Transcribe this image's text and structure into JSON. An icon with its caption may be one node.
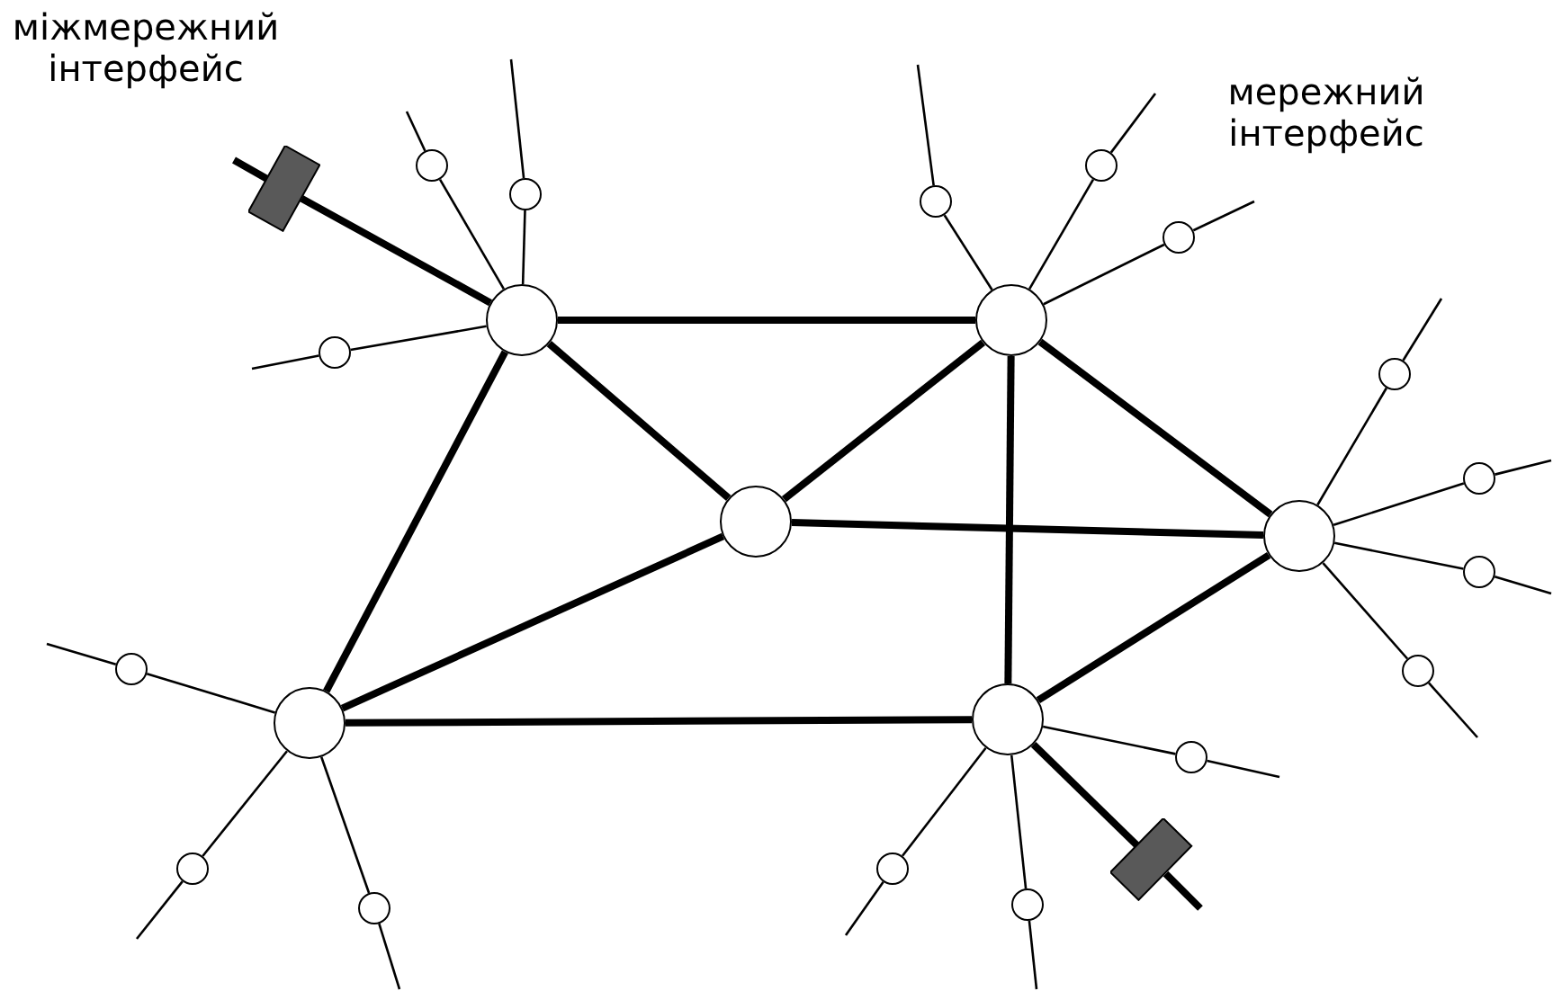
{
  "diagram": {
    "nodes": [
      {
        "text": [],
        "shape": "circle"
      },
      {
        "text": [],
        "shape": "circle"
      },
      {
        "text": [],
        "shape": "circle"
      },
      {
        "text": [],
        "shape": "circle"
      },
      {
        "text": [],
        "shape": "circle"
      },
      {
        "text": [],
        "shape": "circle"
      },
      {
        "text": [],
        "shape": "circle"
      },
      {
        "text": [],
        "shape": "circle"
      },
      {
        "text": [],
        "shape": "circle"
      },
      {
        "text": [],
        "shape": "circle"
      },
      {
        "text": [],
        "shape": "circle"
      },
      {
        "text": [],
        "shape": "circle"
      },
      {
        "text": [],
        "shape": "circle"
      },
      {
        "text": [],
        "shape": "circle"
      },
      {
        "text": [],
        "shape": "circle"
      },
      {
        "text": [],
        "shape": "circle"
      },
      {
        "text": [],
        "shape": "circle"
      },
      {
        "text": [],
        "shape": "circle"
      },
      {
        "text": [],
        "shape": "circle"
      },
      {
        "text": [],
        "shape": "circle"
      },
      {
        "text": [],
        "shape": "circle"
      },
      {
        "text": [],
        "shape": "circle"
      },
      {
        "text": [],
        "shape": "box"
      },
      {
        "text": [],
        "shape": "box"
      }
    ],
    "edges": [
      {
        "from": 0,
        "to": 1,
        "arrow": "none",
        "style": "thick"
      },
      {
        "from": 0,
        "to": 2,
        "arrow": "none",
        "style": "thick"
      },
      {
        "from": 0,
        "to": 4,
        "arrow": "none",
        "style": "thick"
      },
      {
        "from": 1,
        "to": 2,
        "arrow": "none",
        "style": "thick"
      },
      {
        "from": 1,
        "to": 3,
        "arrow": "none",
        "style": "thick"
      },
      {
        "from": 1,
        "to": 5,
        "arrow": "none",
        "style": "thick"
      },
      {
        "from": 2,
        "to": 3,
        "arrow": "none",
        "style": "thick"
      },
      {
        "from": 2,
        "to": 4,
        "arrow": "none",
        "style": "thick"
      },
      {
        "from": 4,
        "to": 5,
        "arrow": "none",
        "style": "thick"
      },
      {
        "from": 5,
        "to": 3,
        "arrow": "none",
        "style": "thick"
      },
      {
        "from": 0,
        "to": 6,
        "arrow": "none"
      },
      {
        "from": 6,
        "to": null,
        "arrow": "none"
      },
      {
        "from": 0,
        "to": 7,
        "arrow": "none"
      },
      {
        "from": 7,
        "to": null,
        "arrow": "none"
      },
      {
        "from": 0,
        "to": 8,
        "arrow": "none"
      },
      {
        "from": 8,
        "to": null,
        "arrow": "none"
      },
      {
        "from": 1,
        "to": 9,
        "arrow": "none"
      },
      {
        "from": 9,
        "to": null,
        "arrow": "none"
      },
      {
        "from": 1,
        "to": 10,
        "arrow": "none"
      },
      {
        "from": 10,
        "to": null,
        "arrow": "none"
      },
      {
        "from": 1,
        "to": 11,
        "arrow": "none"
      },
      {
        "from": 11,
        "to": null,
        "arrow": "none"
      },
      {
        "from": 3,
        "to": 12,
        "arrow": "none"
      },
      {
        "from": 12,
        "to": null,
        "arrow": "none"
      },
      {
        "from": 3,
        "to": 13,
        "arrow": "none"
      },
      {
        "from": 13,
        "to": null,
        "arrow": "none"
      },
      {
        "from": 3,
        "to": 14,
        "arrow": "none"
      },
      {
        "from": 14,
        "to": null,
        "arrow": "none"
      },
      {
        "from": 3,
        "to": 15,
        "arrow": "none"
      },
      {
        "from": 15,
        "to": null,
        "arrow": "none"
      },
      {
        "from": 4,
        "to": 16,
        "arrow": "none"
      },
      {
        "from": 16,
        "to": null,
        "arrow": "none"
      },
      {
        "from": 4,
        "to": 17,
        "arrow": "none"
      },
      {
        "from": 17,
        "to": null,
        "arrow": "none"
      },
      {
        "from": 4,
        "to": 18,
        "arrow": "none"
      },
      {
        "from": 18,
        "to": null,
        "arrow": "none"
      },
      {
        "from": 5,
        "to": 19,
        "arrow": "none"
      },
      {
        "from": 19,
        "to": null,
        "arrow": "none"
      },
      {
        "from": 5,
        "to": 20,
        "arrow": "none"
      },
      {
        "from": 20,
        "to": null,
        "arrow": "none"
      },
      {
        "from": 5,
        "to": 21,
        "arrow": "none"
      },
      {
        "from": 21,
        "to": null,
        "arrow": "none"
      },
      {
        "from": 0,
        "to": 22,
        "arrow": "none",
        "style": "thick"
      },
      {
        "from": 22,
        "to": null,
        "arrow": "none",
        "style": "thick"
      },
      {
        "from": 5,
        "to": 23,
        "arrow": "none",
        "style": "thick"
      },
      {
        "from": 23,
        "to": null,
        "arrow": "none",
        "style": "thick"
      }
    ],
    "labels": [
      "міжмережний інтерфейс",
      "мережний інтерфейс"
    ]
  }
}
